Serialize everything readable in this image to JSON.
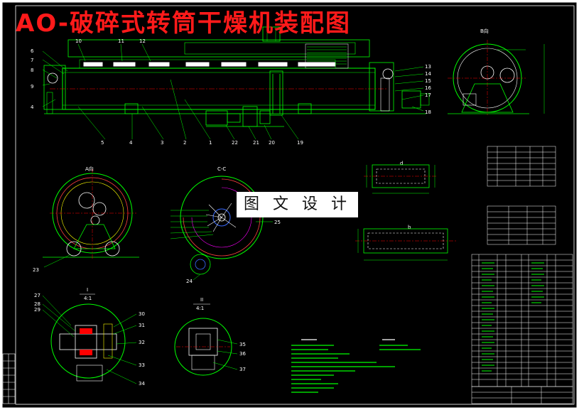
{
  "title": "AO-破碎式转筒干燥机装配图",
  "watermark": "图 文 设 计",
  "view_labels": {
    "view_b": "B向",
    "view_a": "A向",
    "section_cc": "C-C",
    "detail_1_name": "I",
    "detail_1_scale": "4:1",
    "detail_2_name": "II",
    "detail_2_scale": "4:1",
    "part_d": "d",
    "part_b": "b"
  },
  "part_numbers": {
    "left": [
      "6",
      "5",
      "4",
      "3",
      "2",
      "1",
      "7",
      "8",
      "9"
    ],
    "bottom": [
      "5",
      "4",
      "3",
      "2",
      "1",
      "22",
      "21",
      "20",
      "19"
    ],
    "right": [
      "13",
      "14",
      "15",
      "16",
      "17",
      "18"
    ],
    "top": [
      "10",
      "11",
      "12"
    ],
    "view_a": [
      "23"
    ],
    "section_cc": [
      "24",
      "25"
    ],
    "detail_1": [
      "27",
      "28",
      "29",
      "30",
      "31",
      "32",
      "33",
      "34"
    ],
    "detail_2": [
      "35",
      "36",
      "37"
    ]
  },
  "colors": {
    "background": "#ffffff",
    "frame": "#000000",
    "drawing_bg": "#000000",
    "title": "#ff1a1a",
    "line_main": "#00ff00",
    "line_white": "#ffffff",
    "line_yellow": "#ffff00",
    "line_red": "#ff0000",
    "line_cyan": "#00ffff",
    "line_magenta": "#ff00ff",
    "line_blue": "#3a6bff"
  }
}
